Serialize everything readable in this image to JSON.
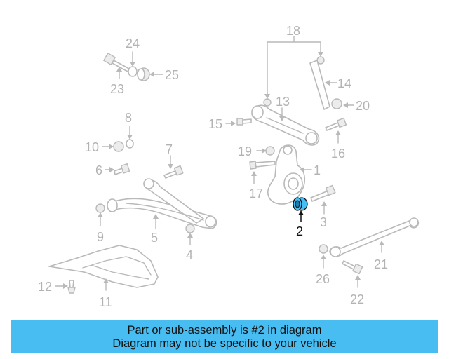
{
  "diagram": {
    "highlight_color": "#48bdf1",
    "callouts": [
      "1",
      "2",
      "3",
      "4",
      "5",
      "6",
      "7",
      "8",
      "9",
      "10",
      "11",
      "12",
      "13",
      "14",
      "15",
      "16",
      "17",
      "18",
      "19",
      "20",
      "21",
      "22",
      "23",
      "24",
      "25",
      "26"
    ],
    "highlighted_part": "2"
  },
  "banner": {
    "line1": "Part or sub-assembly is #2 in diagram",
    "line2": "Diagram may not be specific to your vehicle",
    "background": "#48bdf1"
  }
}
